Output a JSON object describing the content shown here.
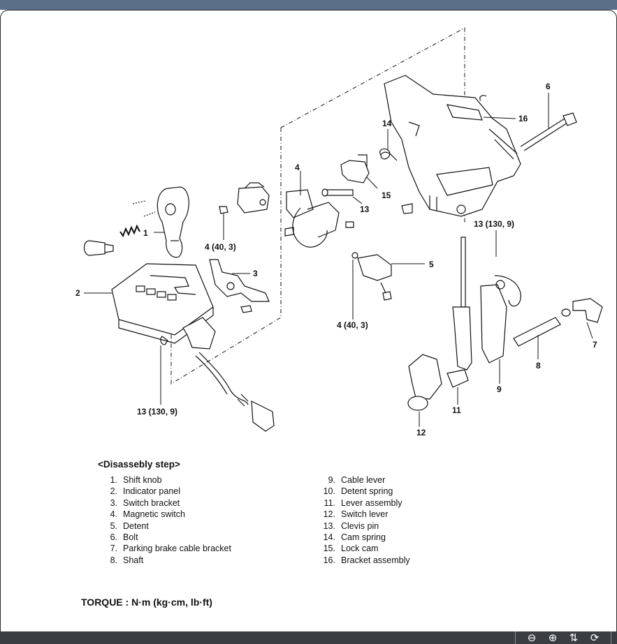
{
  "diagram": {
    "labels": {
      "l1": "1",
      "l2": "2",
      "l3": "3",
      "l4a": "4",
      "l4b": "4 (40, 3)",
      "l4c": "4 (40, 3)",
      "l5": "5",
      "l6": "6",
      "l7": "7",
      "l8": "8",
      "l9": "9",
      "l11": "11",
      "l12": "12",
      "l13a": "13",
      "l13b": "13 (130, 9)",
      "l13c": "13 (130, 9)",
      "l14": "14",
      "l15": "15",
      "l16": "16"
    }
  },
  "legend": {
    "title": "<Disassebly step>",
    "left": [
      {
        "n": "1.",
        "t": "Shift knob"
      },
      {
        "n": "2.",
        "t": "Indicator panel"
      },
      {
        "n": "3.",
        "t": "Switch bracket"
      },
      {
        "n": "4.",
        "t": "Magnetic switch"
      },
      {
        "n": "5.",
        "t": "Detent"
      },
      {
        "n": "6.",
        "t": "Bolt"
      },
      {
        "n": "7.",
        "t": "Parking brake cable bracket"
      },
      {
        "n": "8.",
        "t": "Shaft"
      }
    ],
    "right": [
      {
        "n": "9.",
        "t": "Cable lever"
      },
      {
        "n": "10.",
        "t": "Detent spring"
      },
      {
        "n": "11.",
        "t": "Lever assembly"
      },
      {
        "n": "12.",
        "t": "Switch lever"
      },
      {
        "n": "13.",
        "t": "Clevis pin"
      },
      {
        "n": "14.",
        "t": "Cam spring"
      },
      {
        "n": "15.",
        "t": "Lock cam"
      },
      {
        "n": "16.",
        "t": "Bracket assembly"
      }
    ]
  },
  "torque": "TORQUE : N·m (kg·cm, lb·ft)",
  "toolbar": {
    "icons": [
      "zoom-out-icon",
      "zoom-in-icon",
      "fit-icon",
      "rotate-icon"
    ],
    "glyphs": [
      "⊖",
      "⊕",
      "⇅",
      "⟳"
    ]
  }
}
